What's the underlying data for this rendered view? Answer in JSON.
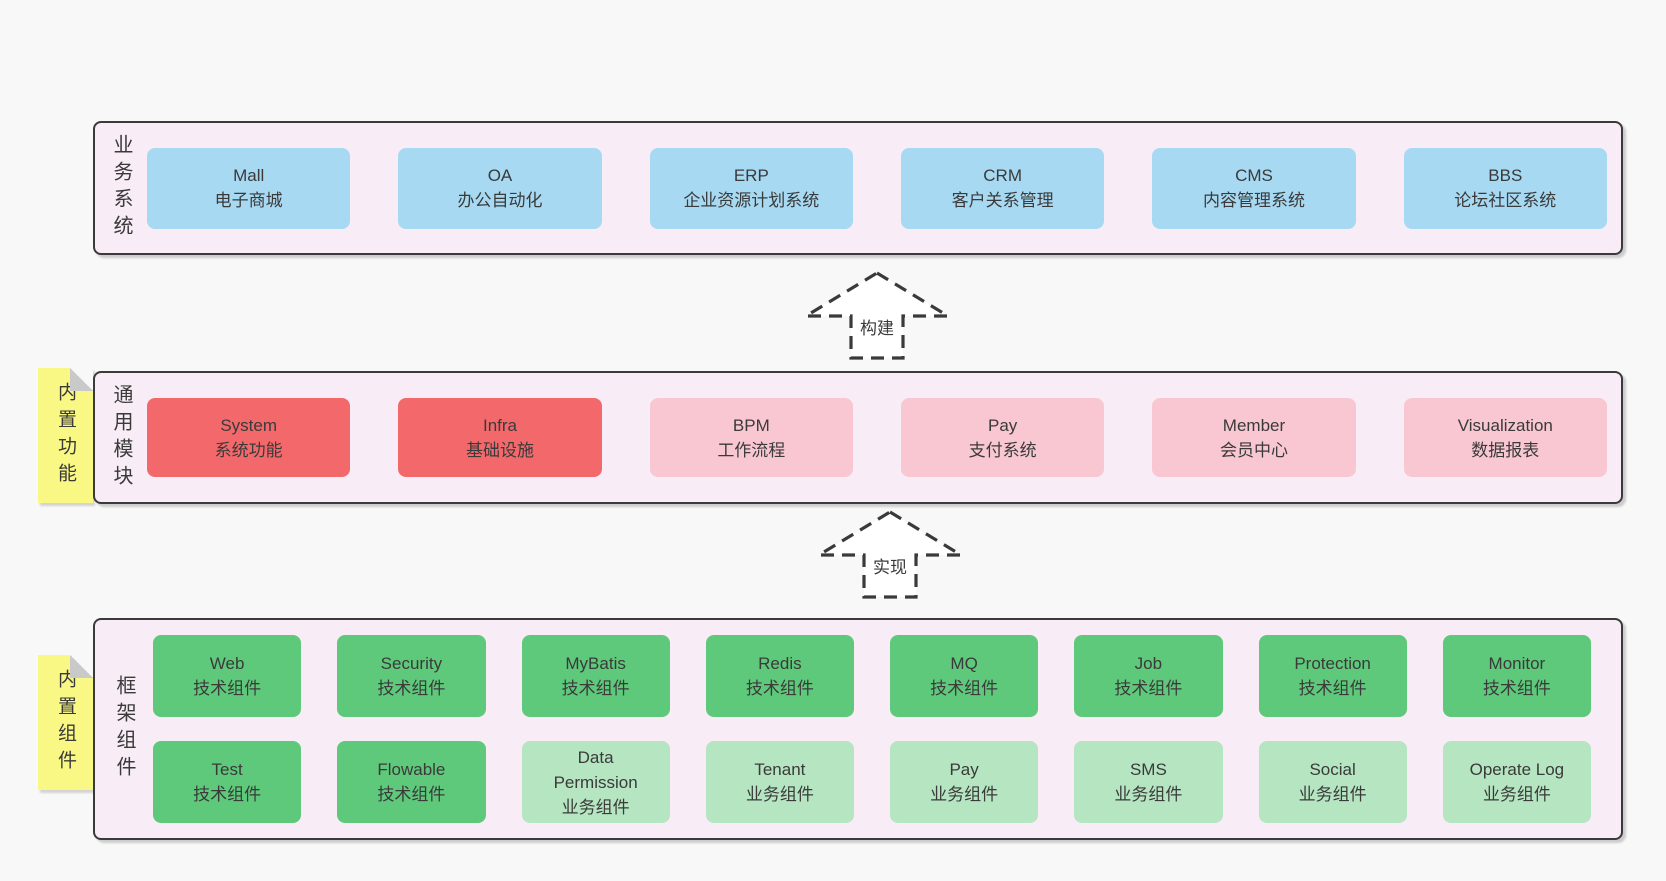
{
  "colors": {
    "page_bg": "#f8f8f8",
    "panel_bg": "#f8edf7",
    "panel_border": "#3a3a3a",
    "blue": "#a7d9f2",
    "red": "#f3696b",
    "pink": "#f9c7d1",
    "green": "#5ec97a",
    "green_light": "#b5e5c1",
    "yellow": "#f9f884",
    "fold_gray": "#c9c9c9",
    "text": "#3a3a3a"
  },
  "business": {
    "label": "业务系统",
    "items": [
      {
        "title": "Mall",
        "subtitle": "电子商城",
        "variant": "blue"
      },
      {
        "title": "OA",
        "subtitle": "办公自动化",
        "variant": "blue"
      },
      {
        "title": "ERP",
        "subtitle": "企业资源计划系统",
        "variant": "blue"
      },
      {
        "title": "CRM",
        "subtitle": "客户关系管理",
        "variant": "blue"
      },
      {
        "title": "CMS",
        "subtitle": "内容管理系统",
        "variant": "blue"
      },
      {
        "title": "BBS",
        "subtitle": "论坛社区系统",
        "variant": "blue"
      }
    ]
  },
  "arrows": {
    "build": "构建",
    "implement": "实现"
  },
  "modules": {
    "label": "通用模块",
    "note": "内置功能",
    "items": [
      {
        "title": "System",
        "subtitle": "系统功能",
        "variant": "red"
      },
      {
        "title": "Infra",
        "subtitle": "基础设施",
        "variant": "red"
      },
      {
        "title": "BPM",
        "subtitle": "工作流程",
        "variant": "pink"
      },
      {
        "title": "Pay",
        "subtitle": "支付系统",
        "variant": "pink"
      },
      {
        "title": "Member",
        "subtitle": "会员中心",
        "variant": "pink"
      },
      {
        "title": "Visualization",
        "subtitle": "数据报表",
        "variant": "pink"
      }
    ]
  },
  "framework": {
    "label": "框架组件",
    "note": "内置组件",
    "row1": [
      {
        "title": "Web",
        "subtitle": "技术组件",
        "variant": "green"
      },
      {
        "title": "Security",
        "subtitle": "技术组件",
        "variant": "green"
      },
      {
        "title": "MyBatis",
        "subtitle": "技术组件",
        "variant": "green"
      },
      {
        "title": "Redis",
        "subtitle": "技术组件",
        "variant": "green"
      },
      {
        "title": "MQ",
        "subtitle": "技术组件",
        "variant": "green"
      },
      {
        "title": "Job",
        "subtitle": "技术组件",
        "variant": "green"
      },
      {
        "title": "Protection",
        "subtitle": "技术组件",
        "variant": "green"
      },
      {
        "title": "Monitor",
        "subtitle": "技术组件",
        "variant": "green"
      }
    ],
    "row2": [
      {
        "title": "Test",
        "subtitle": "技术组件",
        "variant": "green"
      },
      {
        "title": "Flowable",
        "subtitle": "技术组件",
        "variant": "green"
      },
      {
        "title": "Data Permission",
        "subtitle": "业务组件",
        "variant": "green-light"
      },
      {
        "title": "Tenant",
        "subtitle": "业务组件",
        "variant": "green-light"
      },
      {
        "title": "Pay",
        "subtitle": "业务组件",
        "variant": "green-light"
      },
      {
        "title": "SMS",
        "subtitle": "业务组件",
        "variant": "green-light"
      },
      {
        "title": "Social",
        "subtitle": "业务组件",
        "variant": "green-light"
      },
      {
        "title": "Operate Log",
        "subtitle": "业务组件",
        "variant": "green-light"
      }
    ]
  }
}
